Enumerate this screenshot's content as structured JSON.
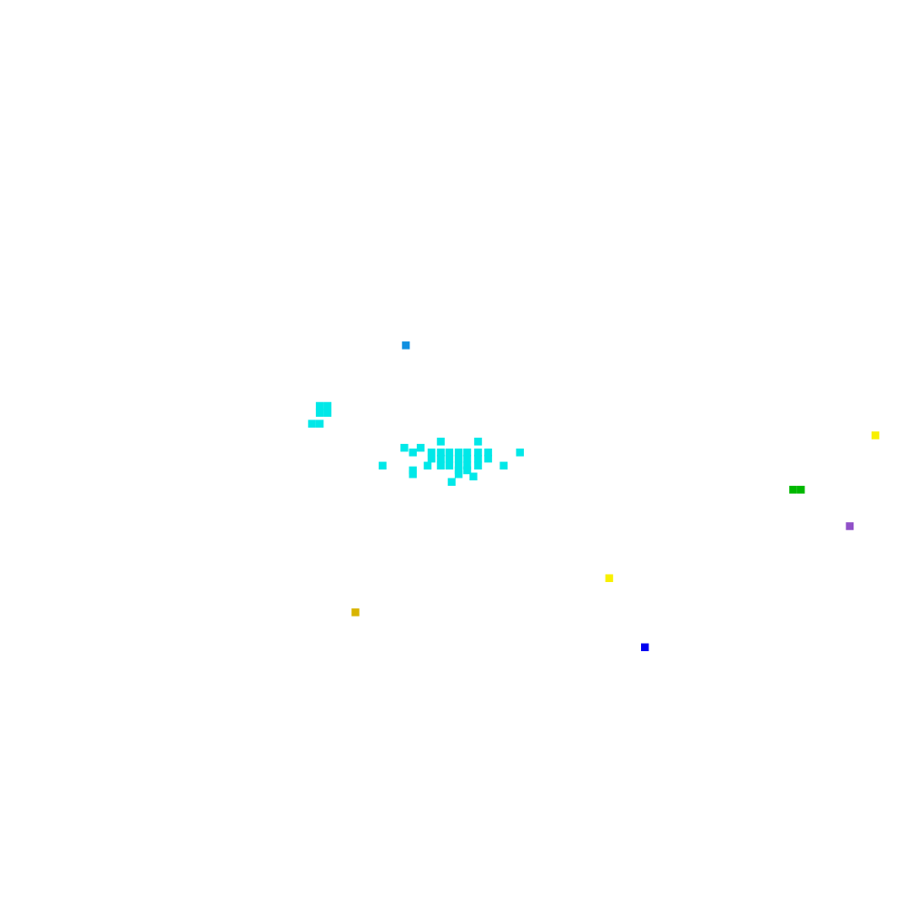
{
  "chart_data": {
    "type": "heatmap",
    "title": "",
    "xlabel": "",
    "ylabel": "",
    "grid": false,
    "legend": "none",
    "cell_size": 1,
    "x_range": [
      0,
      117
    ],
    "y_range": [
      0,
      117
    ],
    "colors": {
      "cyan": "#00e8e8",
      "azure": "#1090e0",
      "yellow": "#f8f000",
      "gold": "#d8b400",
      "green": "#00b800",
      "purple": "#9050c8",
      "blue": "#0000f0"
    },
    "clusters": [
      {
        "color": "cyan",
        "cells": [
          [
            40.7,
            51.8
          ],
          [
            41.7,
            51.8
          ],
          [
            40.7,
            52.7
          ],
          [
            41.7,
            52.7
          ],
          [
            39.7,
            54.1
          ],
          [
            40.7,
            54.1
          ],
          [
            56.3,
            56.4
          ],
          [
            61.1,
            56.4
          ],
          [
            51.6,
            57.2
          ],
          [
            53.7,
            57.2
          ],
          [
            52.7,
            57.8
          ],
          [
            55.1,
            57.8
          ],
          [
            56.3,
            57.8
          ],
          [
            57.4,
            57.8
          ],
          [
            58.6,
            57.8
          ],
          [
            59.7,
            57.8
          ],
          [
            61.1,
            57.8
          ],
          [
            62.4,
            57.8
          ],
          [
            66.5,
            57.8
          ],
          [
            55.1,
            58.6
          ],
          [
            56.3,
            58.6
          ],
          [
            57.4,
            58.6
          ],
          [
            58.6,
            58.6
          ],
          [
            59.7,
            58.6
          ],
          [
            61.1,
            58.6
          ],
          [
            62.4,
            58.6
          ],
          [
            48.8,
            59.5
          ],
          [
            54.6,
            59.5
          ],
          [
            56.3,
            59.5
          ],
          [
            57.4,
            59.5
          ],
          [
            58.6,
            59.5
          ],
          [
            59.7,
            59.5
          ],
          [
            61.1,
            59.5
          ],
          [
            64.4,
            59.5
          ],
          [
            52.7,
            60.1
          ],
          [
            58.6,
            60.1
          ],
          [
            59.7,
            60.1
          ],
          [
            52.7,
            60.6
          ],
          [
            58.6,
            60.6
          ],
          [
            60.5,
            60.9
          ],
          [
            57.7,
            61.6
          ]
        ]
      },
      {
        "color": "azure",
        "cells": [
          [
            51.8,
            44.0
          ]
        ]
      },
      {
        "color": "yellow",
        "cells": [
          [
            112.3,
            55.6
          ],
          [
            78.0,
            74.0
          ]
        ]
      },
      {
        "color": "green",
        "cells": [
          [
            101.7,
            62.6
          ],
          [
            102.7,
            62.6
          ]
        ]
      },
      {
        "color": "purple",
        "cells": [
          [
            109.0,
            67.3
          ]
        ]
      },
      {
        "color": "gold",
        "cells": [
          [
            45.3,
            78.4
          ]
        ]
      },
      {
        "color": "blue",
        "cells": [
          [
            82.6,
            82.9
          ]
        ]
      }
    ]
  }
}
